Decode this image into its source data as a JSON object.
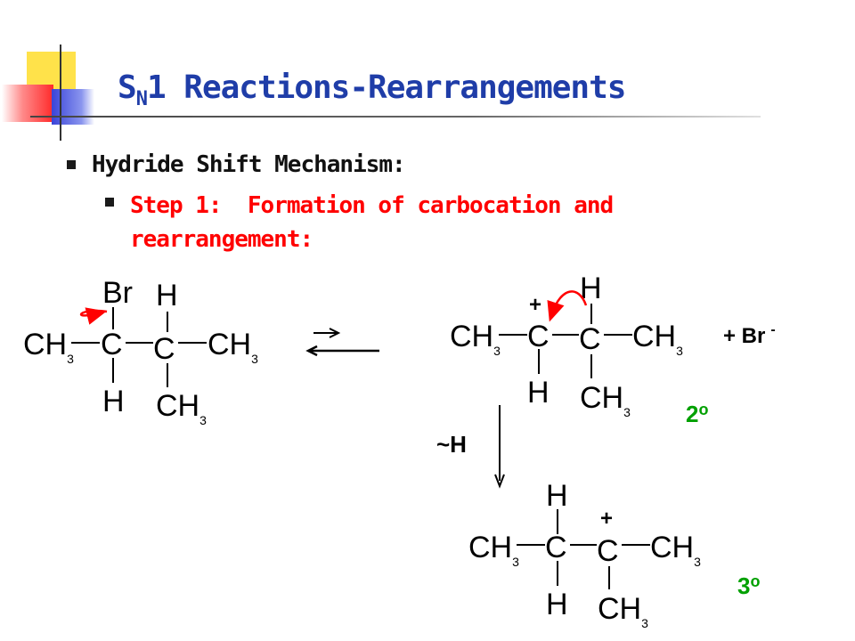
{
  "slide": {
    "title_main": "S",
    "title_sub": "N",
    "title_rest": "1 Reactions-Rearrangements",
    "bullet1": "Hydride Shift Mechanism:",
    "bullet2_label": "Step 1:",
    "bullet2_text": "Formation of carbocation and",
    "bullet2_cont": "rearrangement:"
  },
  "reaction": {
    "labels": {
      "Br": "Br",
      "H": "H",
      "C": "C",
      "CH": "CH",
      "sub3": "3",
      "plus": "+",
      "plus_br": "+ Br",
      "minus": "-",
      "hydride_shift": "~H",
      "secondary": "2",
      "tertiary": "3",
      "degree": "o"
    },
    "colors": {
      "arrow_red": "#ff0000",
      "green": "#00a000",
      "black": "#000000"
    }
  }
}
